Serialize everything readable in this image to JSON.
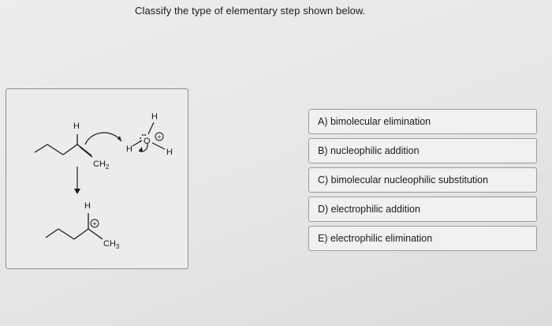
{
  "question": {
    "text": "Classify the type of elementary step shown below."
  },
  "mechanism": {
    "top": {
      "h_on_alkene": "H",
      "ch2": "CH",
      "ch2_sub": "2",
      "h_transferred": "H",
      "h_top_oxygen": "H",
      "oxygen": "O",
      "h_right_oxygen": "H",
      "oxygen_charge": "+"
    },
    "bottom": {
      "h_on_carbon": "H",
      "carbon_charge": "+",
      "ch3": "CH",
      "ch3_sub": "3"
    }
  },
  "options": [
    {
      "label": "A) bimolecular elimination"
    },
    {
      "label": "B) nucleophilic addition"
    },
    {
      "label": "C) bimolecular nucleophilic substitution"
    },
    {
      "label": "D) electrophilic addition"
    },
    {
      "label": "E) electrophilic elimination"
    }
  ]
}
